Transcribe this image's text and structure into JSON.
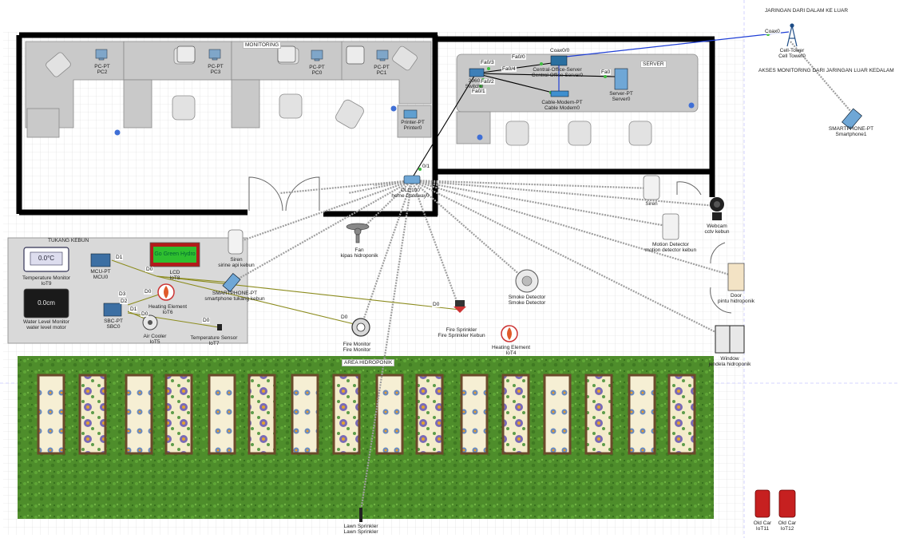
{
  "notes": {
    "network_out": "JARINGAN DARI DALAM KE LUAR",
    "monitoring_access": "AKSES MONITORING DARI JARINGAN LUAR KEDALAM"
  },
  "zones": {
    "monitoring": "MONITORING",
    "server": "SERVER",
    "tukang_kebun": "TUKANG KEBUN",
    "area_hidroponik": "AREA HIDROPONIK"
  },
  "devices": {
    "pc2": {
      "type": "PC-PT",
      "name": "PC2"
    },
    "pc3": {
      "type": "PC-PT",
      "name": "PC3"
    },
    "pc0": {
      "type": "PC-PT",
      "name": "PC0"
    },
    "pc1": {
      "type": "PC-PT",
      "name": "PC1"
    },
    "printer": {
      "type": "Printer-PT",
      "name": "Printer0"
    },
    "switch": {
      "type": "2960",
      "name": "Switch0"
    },
    "central_office": {
      "type": "Central-Office-Server",
      "name": "Central Office Server0"
    },
    "cable_modem": {
      "type": "Cable-Modem-PT",
      "name": "Cable Modem0"
    },
    "server": {
      "type": "Server-PT",
      "name": "Server0"
    },
    "gateway": {
      "type": "DLC100",
      "name": "home Gateway0"
    },
    "cell_tower": {
      "type": "Cell-Tower",
      "name": "Cell Tower0"
    },
    "smartphone1": {
      "type": "SMARTPHONE-PT",
      "name": "Smartphone1"
    },
    "siren_top": {
      "type": "Siren",
      "name": "Siren"
    },
    "webcam": {
      "type": "Webcam",
      "name": "cctv kebun"
    },
    "motion": {
      "type": "Motion Detector",
      "name": "motion detector kebun"
    },
    "door": {
      "type": "Door",
      "name": "pintu hidroponik"
    },
    "window": {
      "type": "Window",
      "name": "jendela hidroponik"
    },
    "fan": {
      "type": "Fan",
      "name": "kipas hidroponik"
    },
    "siren_kebun": {
      "type": "Siren",
      "name": "sirine api kebun"
    },
    "temp_monitor": {
      "type": "Temperature Monitor",
      "name": "IoT9"
    },
    "water_monitor": {
      "type": "Water Level Monitor",
      "name": "water level motor"
    },
    "mcu": {
      "type": "MCU-PT",
      "name": "MCU0"
    },
    "lcd": {
      "type": "LCD",
      "name": "IoT8"
    },
    "smartphone_kebun": {
      "type": "SMARTPHONE-PT",
      "name": "smartphone tukang kebun"
    },
    "sbc": {
      "type": "SBC-PT",
      "name": "SBC0"
    },
    "heating6": {
      "type": "Heating Element",
      "name": "IoT6"
    },
    "air_cooler": {
      "type": "Air Cooler",
      "name": "IoT5"
    },
    "temp_sensor": {
      "type": "Temperature Sensor",
      "name": "IoT7"
    },
    "fire_monitor": {
      "type": "Fire Monitor",
      "name": "Fire Monitor"
    },
    "fire_sprinkler": {
      "type": "Fire Sprinkler",
      "name": "Fire Sprinkler Kebun"
    },
    "smoke": {
      "type": "Smoke Detector",
      "name": "Smoke Detector"
    },
    "heating4": {
      "type": "Heating Element",
      "name": "IoT4"
    },
    "lawn": {
      "type": "Lawn Sprinkler",
      "name": "Lawn Sprinkler"
    },
    "car11": {
      "type": "Old Car",
      "name": "IoT11"
    },
    "car12": {
      "type": "Old Car",
      "name": "IoT12"
    }
  },
  "ports": {
    "coax0": "Coax0",
    "coax0_0": "Coax0/0",
    "fa0_3": "Fa0/3",
    "fa0_0": "Fa0/0",
    "fa0_4": "Fa0/4",
    "fa0_2": "Fa0/2",
    "fa0_1": "Fa0/1",
    "fa0": "Fa0",
    "gw_0_1": "0/1",
    "d1_mcu": "D1",
    "d0_mcu": "D0",
    "d3": "D3",
    "d2": "D2",
    "d1_sbc": "D1",
    "d0_sbc": "D0",
    "d0_heat": "D0",
    "d0_temp": "D0",
    "d0_fire": "D0",
    "d0_sprk": "D0"
  },
  "screens": {
    "temp_monitor_value": "0.0°C",
    "water_monitor_value": "0.0cm",
    "lcd_text": "Go Green Hydro"
  },
  "colors": {
    "wall": "#000000",
    "grid": "#d4d4d4",
    "grass": "#4f8f2c",
    "wireless": "#9e9e9e",
    "iot_cable": "#8c8c1e",
    "coax": "#1f3fd6",
    "ethernet": "#000000",
    "port_dot": "#3fbf3f"
  }
}
